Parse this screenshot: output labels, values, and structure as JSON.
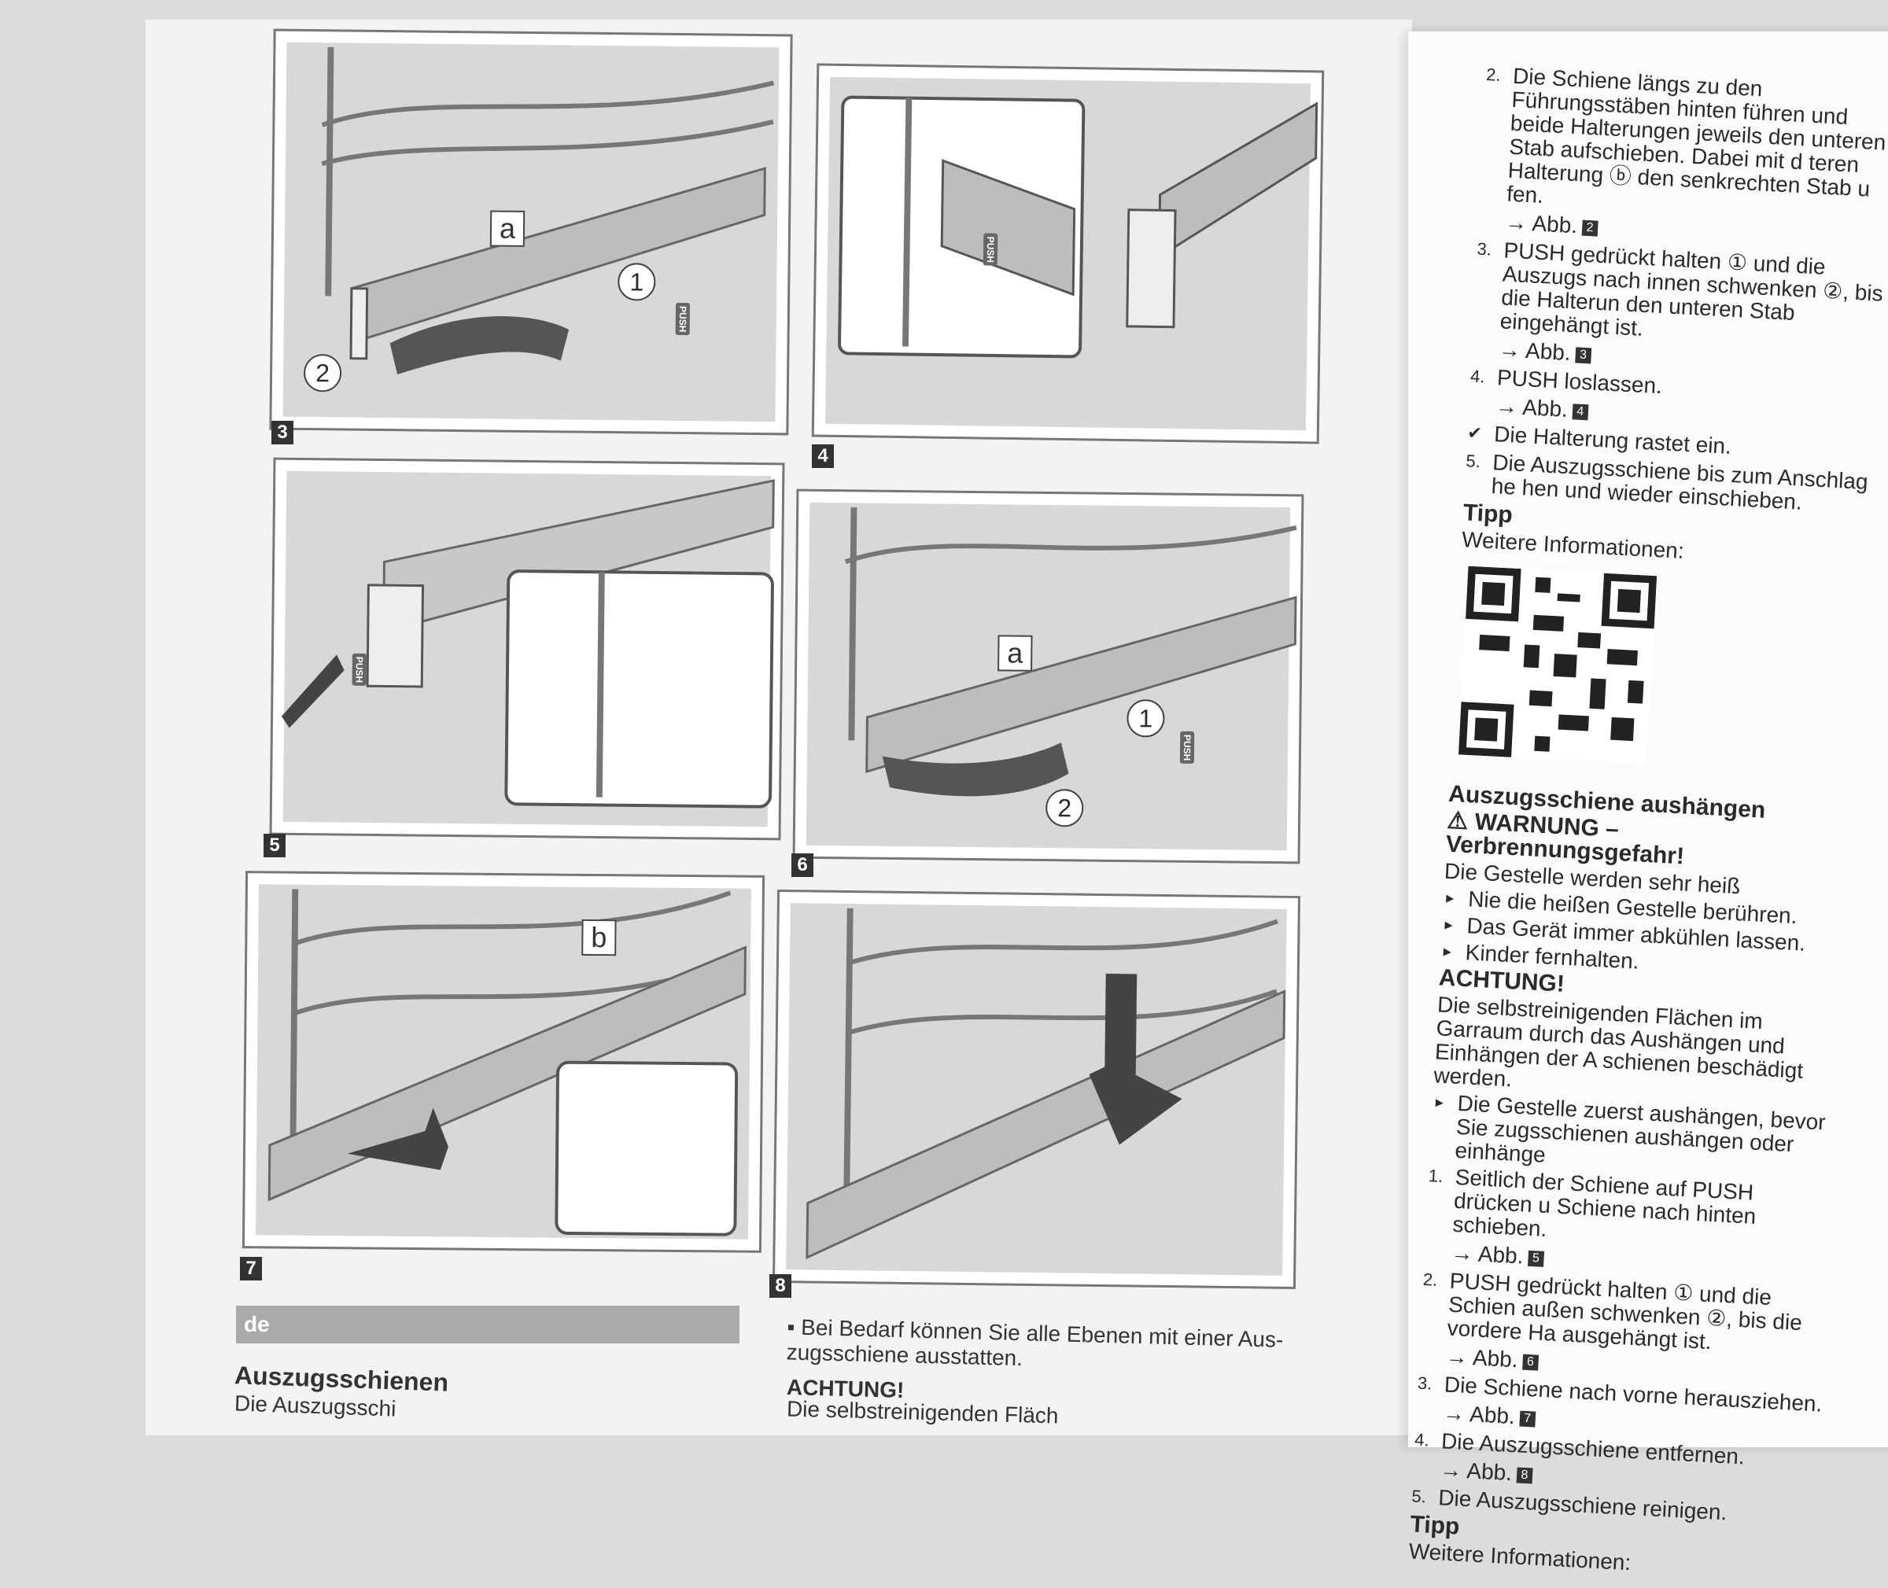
{
  "figures": {
    "f3": {
      "num": "3",
      "a": "a",
      "c1": "1",
      "c2": "2",
      "push": "PUSH"
    },
    "f4": {
      "num": "4",
      "push": "PUSH"
    },
    "f5": {
      "num": "5",
      "push": "PUSH"
    },
    "f6": {
      "num": "6",
      "a": "a",
      "c1": "1",
      "c2": "2",
      "push": "PUSH"
    },
    "f7": {
      "num": "7",
      "b": "b"
    },
    "f8": {
      "num": "8"
    }
  },
  "left_bottom": {
    "lang": "de",
    "heading": "Auszugsschienen",
    "sub": "Die Auszugsschi",
    "bullet": "Bei Bedarf können Sie alle Ebenen mit einer Aus- zugsschiene ausstatten.",
    "achtung": "ACHTUNG!",
    "cut": "Die selbstreinigenden Fläch"
  },
  "right": {
    "steps_top": [
      {
        "n": "2.",
        "text": "Die Schiene längs zu den Führungsstäben hinten führen und beide Halterungen jeweils den unteren Stab aufschieben. Dabei mit d teren Halterung ⓑ den senkrechten Stab u fen.",
        "abb": "→ Abb.",
        "abb_n": "2"
      },
      {
        "n": "3.",
        "text": "PUSH gedrückt halten ① und die Auszugs nach innen schwenken ②, bis die Halterun den unteren Stab eingehängt ist.",
        "abb": "→ Abb.",
        "abb_n": "3"
      },
      {
        "n": "4.",
        "text": "PUSH loslassen.",
        "abb": "→ Abb.",
        "abb_n": "4"
      }
    ],
    "check": "Die Halterung rastet ein.",
    "step5": {
      "n": "5.",
      "text": "Die Auszugsschiene bis zum Anschlag he hen und wieder einschieben."
    },
    "tipp": "Tipp",
    "tipp_text": "Weitere Informationen:",
    "section": "Auszugsschiene aushängen",
    "warnung": "WARNUNG – Verbrennungsgefahr!",
    "warn_text": "Die Gestelle werden sehr heiß",
    "warn_bullets": [
      "Nie die heißen Gestelle berühren.",
      "Das Gerät immer abkühlen lassen.",
      "Kinder fernhalten."
    ],
    "achtung": "ACHTUNG!",
    "achtung_text": "Die selbstreinigenden Flächen im Garraum durch das Aushängen und Einhängen der A schienen beschädigt werden.",
    "achtung_bullet": "Die Gestelle zuerst aushängen, bevor Sie zugsschienen aushängen oder einhänge",
    "steps_bottom": [
      {
        "n": "1.",
        "text": "Seitlich der Schiene auf PUSH drücken u Schiene nach hinten schieben.",
        "abb": "→ Abb.",
        "abb_n": "5"
      },
      {
        "n": "2.",
        "text": "PUSH gedrückt halten ① und die Schien außen schwenken ②, bis die vordere Ha ausgehängt ist.",
        "abb": "→ Abb.",
        "abb_n": "6"
      },
      {
        "n": "3.",
        "text": "Die Schiene nach vorne herausziehen.",
        "abb": "→ Abb.",
        "abb_n": "7"
      },
      {
        "n": "4.",
        "text": "Die Auszugsschiene entfernen.",
        "abb": "→ Abb.",
        "abb_n": "8"
      },
      {
        "n": "5.",
        "text": "Die Auszugsschiene reinigen.",
        "abb": "",
        "abb_n": ""
      }
    ],
    "tipp2": "Tipp",
    "tipp2_text": "Weitere Informationen:"
  }
}
